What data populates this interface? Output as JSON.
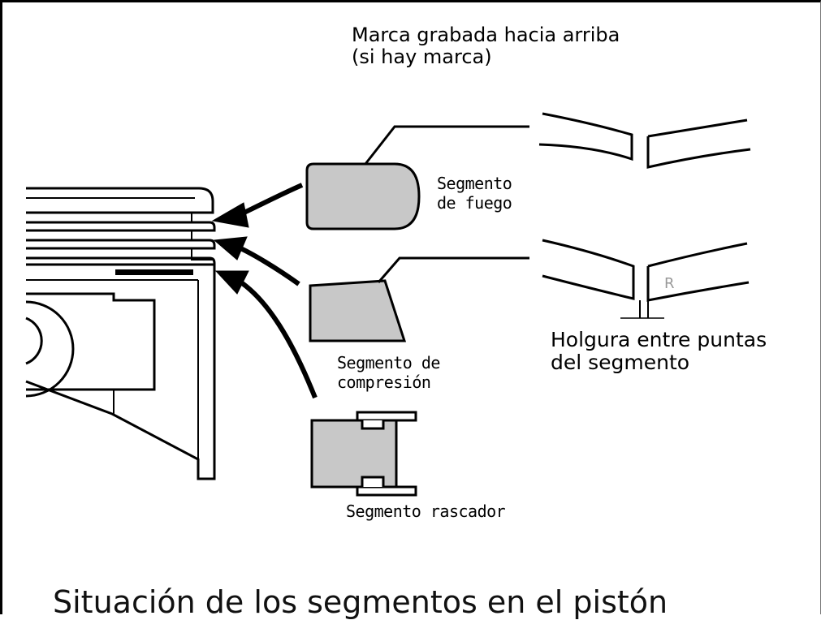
{
  "labels": {
    "engraved_mark": "Marca grabada hacia arriba\n(si hay marca)",
    "fire_ring": "Segmento\nde fuego",
    "compression_ring": "Segmento de\ncompresión",
    "oil_ring": "Segmento rascador",
    "end_gap": "Holgura entre puntas\ndel segmento",
    "ring_mark": "R",
    "caption": "Situación de los segmentos en el pistón"
  },
  "colors": {
    "ring_fill": "#c8c8c8",
    "line": "#000000",
    "background": "#ffffff"
  }
}
